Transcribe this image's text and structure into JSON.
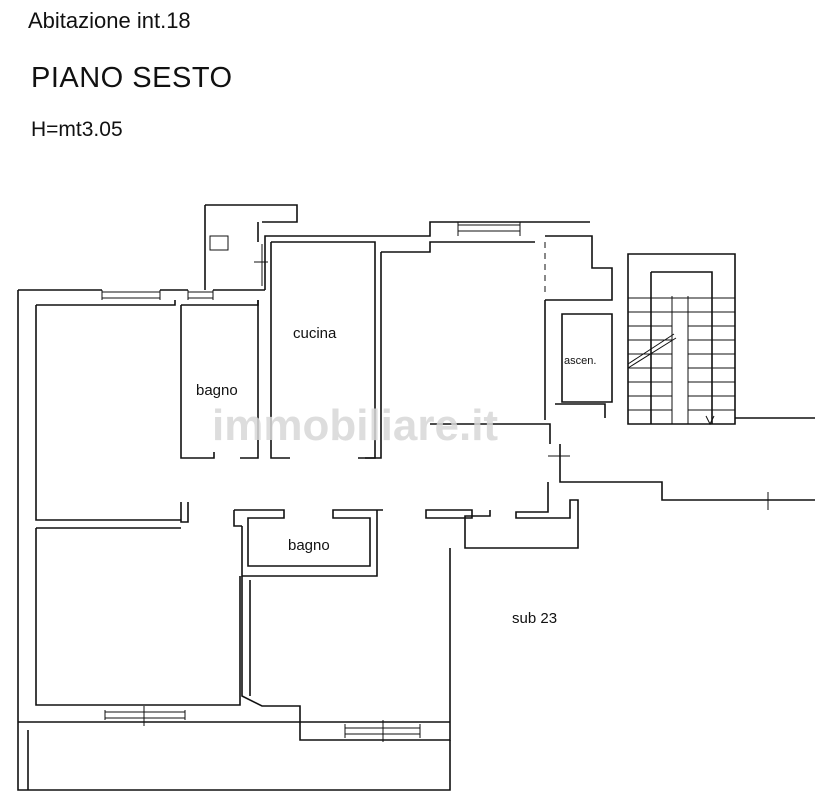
{
  "header": {
    "unit": "Abitazione int.18",
    "floor": "PIANO SESTO",
    "height": "H=mt3.05"
  },
  "rooms": {
    "cucina": "cucina",
    "bagno_top": "bagno",
    "bagno_center": "bagno",
    "ascensore": "ascen.",
    "sub": "sub 23"
  },
  "watermark": "immobiliare.it"
}
